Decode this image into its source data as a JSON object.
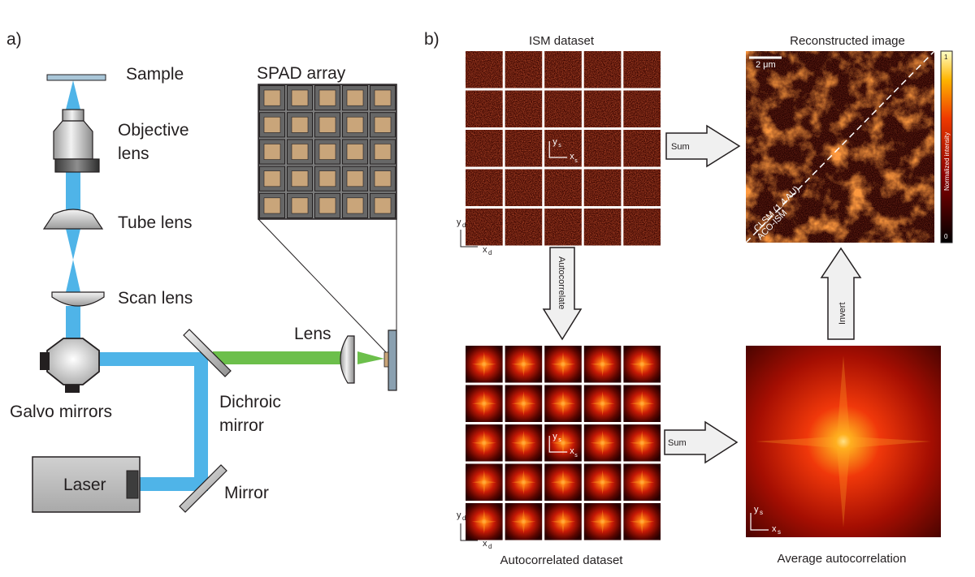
{
  "panel_a": {
    "letter": "a)",
    "labels": {
      "sample": "Sample",
      "objective_1": "Objective",
      "objective_2": "lens",
      "tube_lens": "Tube lens",
      "scan_lens": "Scan lens",
      "galvo": "Galvo mirrors",
      "dichroic_1": "Dichroic",
      "dichroic_2": "mirror",
      "laser": "Laser",
      "mirror": "Mirror",
      "lens": "Lens",
      "spad": "SPAD array"
    },
    "spad_grid": {
      "rows": 5,
      "cols": 5
    }
  },
  "panel_b": {
    "letter": "b)",
    "titles": {
      "ism": "ISM dataset",
      "reconstructed": "Reconstructed image",
      "autocorrelated": "Autocorrelated dataset",
      "average": "Average autocorrelation"
    },
    "arrows": {
      "sum_top": "Sum",
      "sum_bottom": "Sum",
      "autocorrelate": "Autocorrelate",
      "invert": "Invert"
    },
    "axes": {
      "xs": "x",
      "ys": "y",
      "xd": "x",
      "yd": "y",
      "sub_s": "s",
      "sub_d": "d"
    },
    "scale_bar": "2 μm",
    "diag_upper": "CLSM (1.4 AU)",
    "diag_lower": "ACO-ISM",
    "colorbar": {
      "label": "Normalized intensity",
      "max": "1",
      "min": "0"
    },
    "grid": {
      "rows": 5,
      "cols": 5
    }
  },
  "colors": {
    "beam_blue": "#4fb4e8",
    "beam_green": "#6cbf4b",
    "spad_pixel": "#c9a57a",
    "spad_frame": "#7d7d7d",
    "hot_dark": "#2a0000",
    "hot_mid": "#c81a06",
    "hot_bright": "#ffd84a"
  }
}
